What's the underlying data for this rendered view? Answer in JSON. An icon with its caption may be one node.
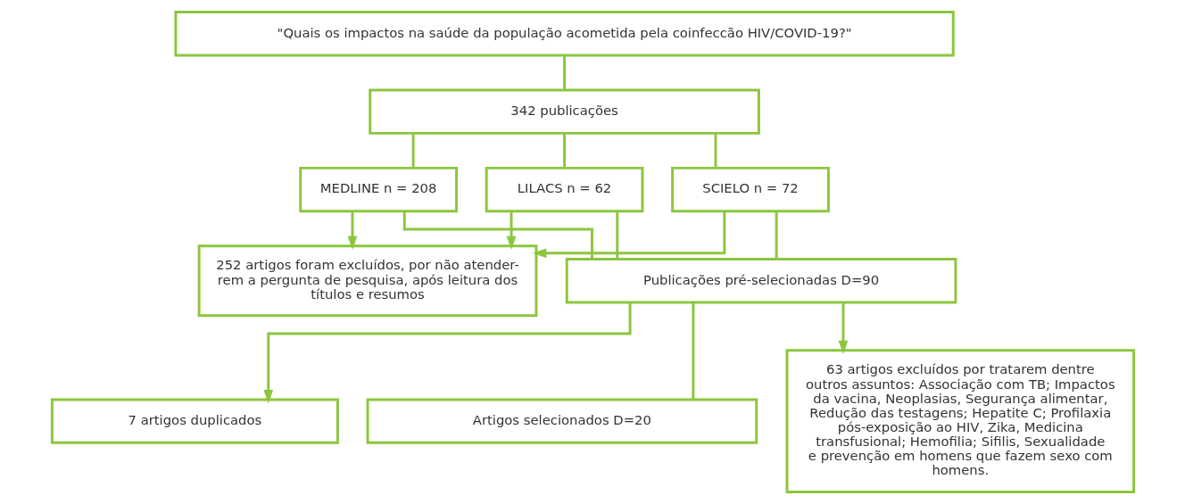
{
  "diagram": {
    "nodes": [
      {
        "text": [
          "\"Quais os impactos na saúde da população acometida pela coinfeccão HIV/COVID-19?\""
        ]
      },
      {
        "text": [
          "342 publicações"
        ]
      },
      {
        "text": [
          "MEDLINE n = 208"
        ]
      },
      {
        "text": [
          "LILACS n = 62"
        ]
      },
      {
        "text": [
          "SCIELO n = 72"
        ]
      },
      {
        "text": [
          "252 artigos foram excluídos, por não atender-rem a pergunta de pesquisa, após leitura dos títulos e resumos"
        ]
      },
      {
        "text": [
          "Publicações pré-selecionadas D=90"
        ]
      },
      {
        "text": [
          "7 artigos duplicados"
        ]
      },
      {
        "text": [
          "63 artigos excluídos por tratarem dentre outros assuntos: Associação com TB; Impactos da vacina, Neoplasias, Segurança alimentar, Redução das testagens; Hepatite C; Profilaxia pós-exposição ao HIV, Zika, Medicina transfusional; Hemofilia; Sifilis, Sexualidade e prevenção em homens que fazem sexo com homens."
        ]
      },
      {
        "text": [
          "Artigos selecionados D=20"
        ]
      }
    ],
    "edges": [
      {
        "from": 0,
        "to": 1,
        "arrow": "none"
      },
      {
        "from": 1,
        "to": 2,
        "arrow": "none"
      },
      {
        "from": 1,
        "to": 3,
        "arrow": "none"
      },
      {
        "from": 1,
        "to": 4,
        "arrow": "none"
      },
      {
        "from": 2,
        "to": 6,
        "arrow": "none"
      },
      {
        "from": 3,
        "to": 6,
        "arrow": "none"
      },
      {
        "from": 4,
        "to": 6,
        "arrow": "none"
      },
      {
        "from": 2,
        "to": 5,
        "arrow": "to"
      },
      {
        "from": 3,
        "to": 5,
        "arrow": "to"
      },
      {
        "from": 4,
        "to": 5,
        "arrow": "to"
      },
      {
        "from": 6,
        "to": 9,
        "arrow": "none"
      },
      {
        "from": 6,
        "to": 7,
        "arrow": "to"
      },
      {
        "from": 6,
        "to": 8,
        "arrow": "to"
      }
    ]
  }
}
